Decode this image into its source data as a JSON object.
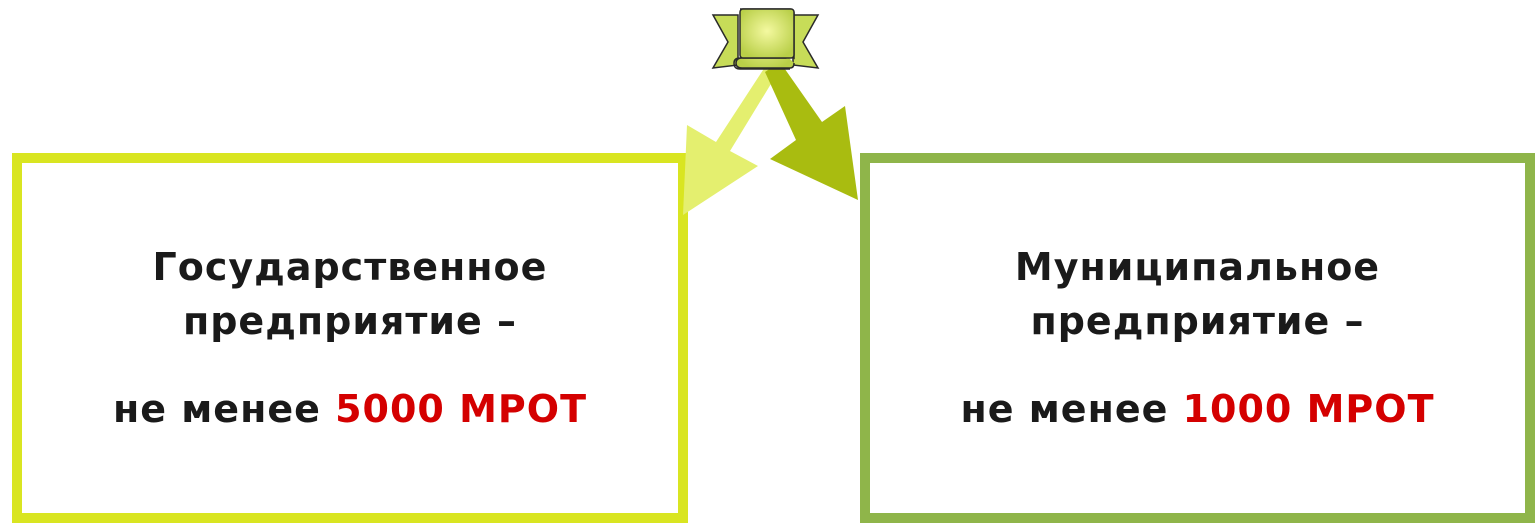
{
  "colors": {
    "left_border": "#d9e521",
    "right_border": "#8fb54a",
    "amount_text": "#d40000",
    "arrow_left": "#e4ef6f",
    "arrow_right": "#a9bc10",
    "scroll_icon": "#c7dc58"
  },
  "icon": "scroll-banner-icon",
  "boxes": [
    {
      "line1": "Государственное",
      "line2": "предприятие –",
      "prefix": "не менее",
      "amount": "5000 МРОТ"
    },
    {
      "line1": "Муниципальное",
      "line2": "предприятие –",
      "prefix": "не менее",
      "amount": "1000 МРОТ"
    }
  ]
}
